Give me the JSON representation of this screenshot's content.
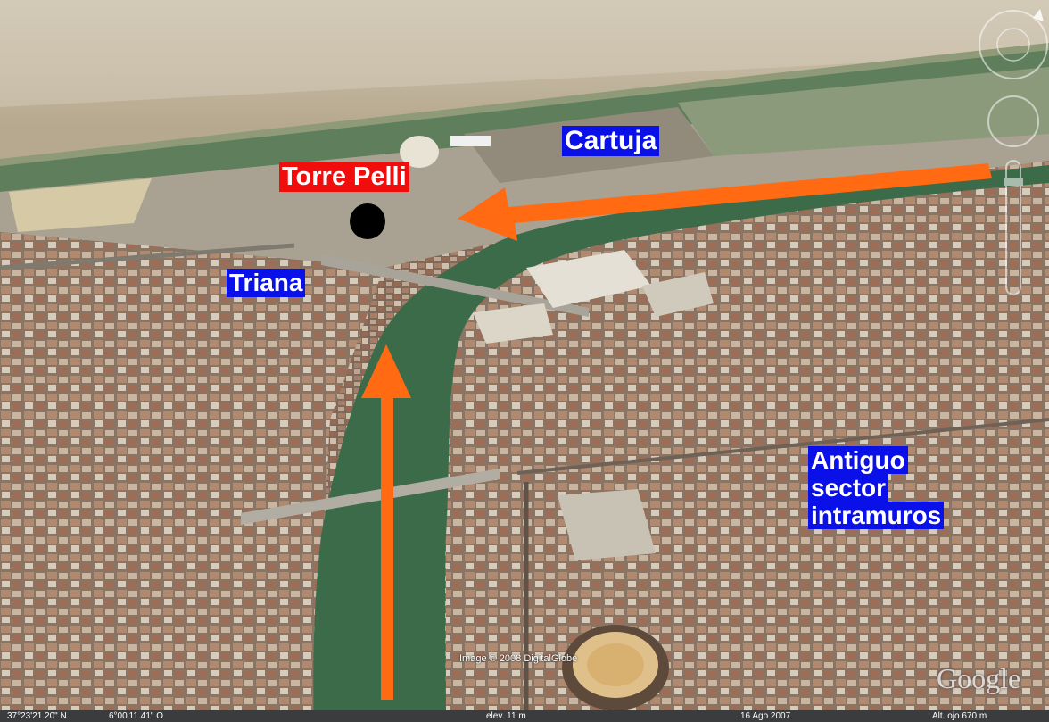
{
  "labels": {
    "cartuja": "Cartuja",
    "torre_pelli": "Torre Pelli",
    "triana": "Triana",
    "antiguo_lines": [
      "Antiguo",
      "sector",
      "intramuros"
    ]
  },
  "credits": {
    "imagery": "Image © 2008 DigitalGlobe",
    "google": "Google"
  },
  "statusbar": {
    "lat": "37°23'21.20\" N",
    "lon": "6°00'11.41\" O",
    "elev": "elev.   11 m",
    "date": "16 Ago 2007",
    "eye": "Alt. ojo    670 m"
  },
  "colors": {
    "river": "#3c6b4a",
    "arrow": "#ff6a13",
    "label_blue": "#0a10e8",
    "label_red": "#f20d0d",
    "marker": "#000000"
  },
  "icons": [
    "compass-icon",
    "look-joystick-icon",
    "zoom-slider-icon",
    "location-marker-icon",
    "arrow-icon"
  ]
}
